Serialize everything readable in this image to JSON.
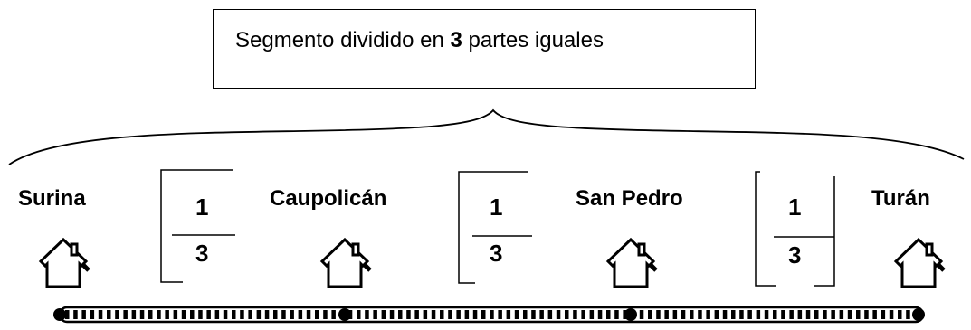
{
  "title": {
    "prefix": "Segmento dividido en ",
    "number": "3",
    "suffix": " partes iguales"
  },
  "towns": [
    {
      "name": "Surina"
    },
    {
      "name": "Caupolicán"
    },
    {
      "name": "San Pedro"
    },
    {
      "name": "Turán"
    }
  ],
  "fractions": [
    {
      "numerator": "1",
      "denominator": "3"
    },
    {
      "numerator": "1",
      "denominator": "3"
    },
    {
      "numerator": "1",
      "denominator": "3"
    }
  ],
  "icons": [
    "house-icon"
  ]
}
